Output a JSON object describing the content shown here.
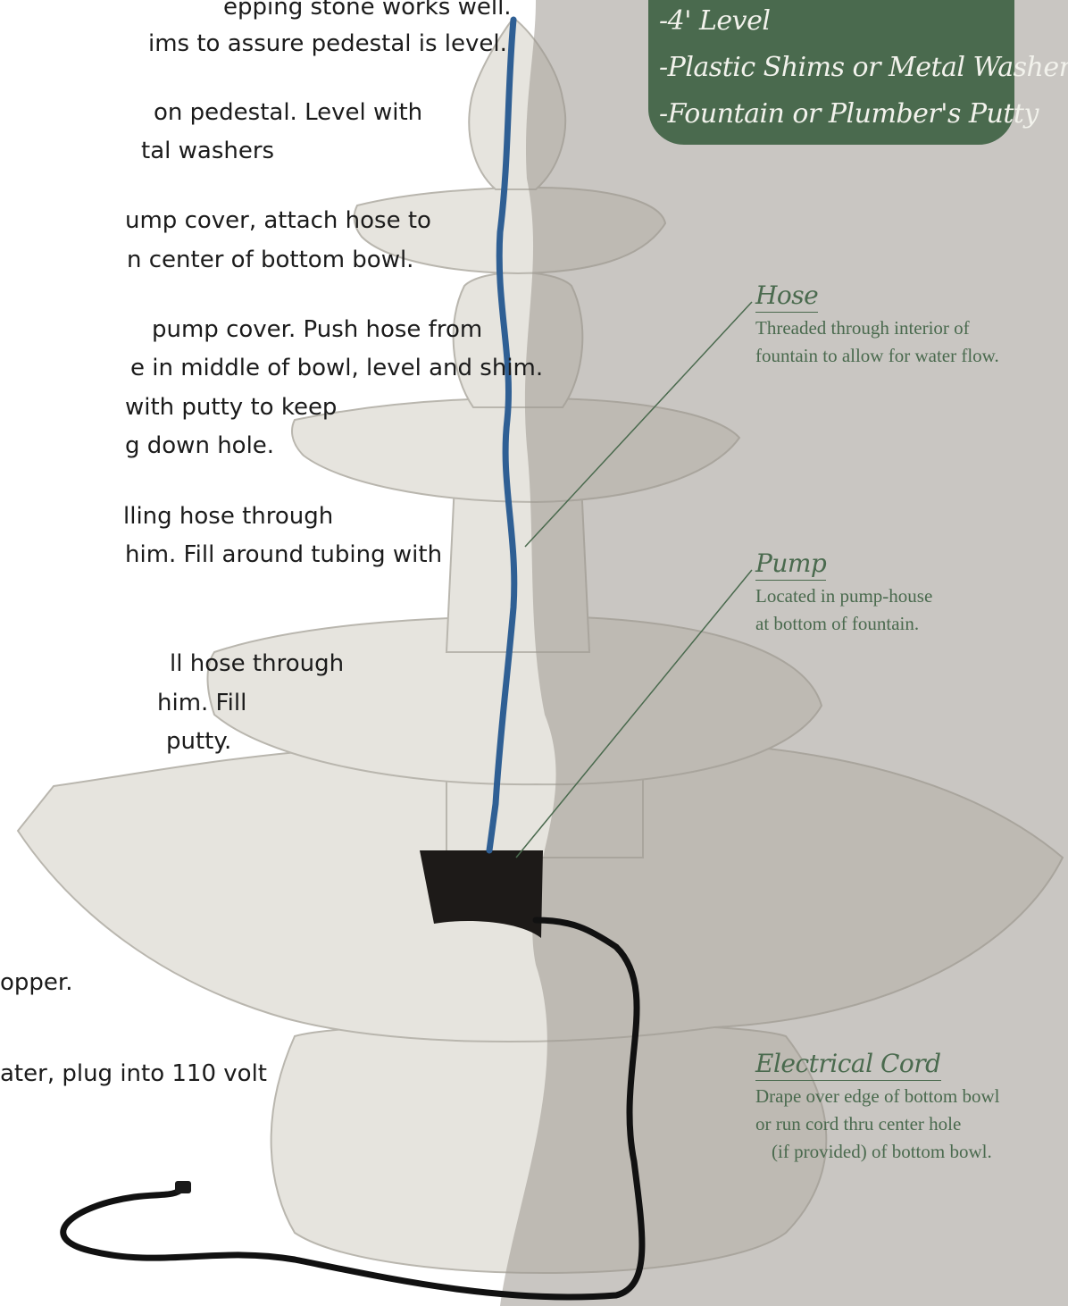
{
  "instructions": [
    "epping stone works well.",
    "ims to assure pedestal is level.",
    "on pedestal. Level with",
    "tal washers",
    "ump cover, attach hose to",
    "n center of bottom bowl.",
    "pump cover. Push hose from",
    "e in middle of bowl, level and shim.",
    "with putty to keep",
    "g down hole.",
    "lling hose through",
    "him. Fill around tubing with",
    "ll hose through",
    "him. Fill",
    "putty.",
    "opper.",
    "ater, plug into 110 volt"
  ],
  "tools": [
    "-4' Level",
    "-Plastic Shims or Metal Washers",
    "-Fountain or Plumber's Putty"
  ],
  "callouts": {
    "hose": {
      "title": "Hose",
      "lines": [
        "Threaded through interior of",
        "fountain to allow for water flow."
      ]
    },
    "pump": {
      "title": "Pump",
      "lines": [
        "Located in pump-house",
        "at bottom of fountain."
      ]
    },
    "cord": {
      "title": "Electrical Cord",
      "lines": [
        "Drape over edge of bottom bowl",
        "or run cord thru center hole",
        "(if provided) of bottom bowl."
      ]
    }
  },
  "colors": {
    "accent_green": "#4a6a4e",
    "hose_blue": "#2f5f94",
    "stone_light": "#e6e4de",
    "stone_shadow": "#9c9890"
  }
}
